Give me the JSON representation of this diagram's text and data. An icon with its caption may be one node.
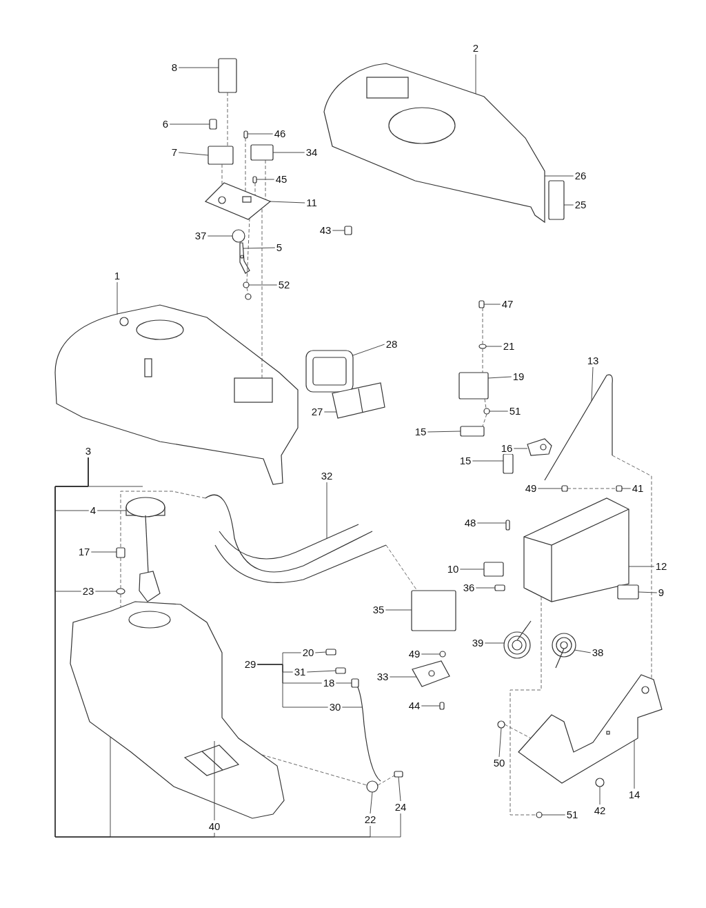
{
  "diagram": {
    "nodes": [
      {
        "text": [
          "8"
        ]
      },
      {
        "text": [
          "2"
        ]
      },
      {
        "text": [
          "6"
        ]
      },
      {
        "text": [
          "46"
        ]
      },
      {
        "text": [
          "7"
        ]
      },
      {
        "text": [
          "34"
        ]
      },
      {
        "text": [
          "45"
        ]
      },
      {
        "text": [
          "26"
        ]
      },
      {
        "text": [
          "11"
        ]
      },
      {
        "text": [
          "43"
        ]
      },
      {
        "text": [
          "25"
        ]
      },
      {
        "text": [
          "1"
        ]
      },
      {
        "text": [
          "37"
        ]
      },
      {
        "text": [
          "5"
        ]
      },
      {
        "text": [
          "52"
        ]
      },
      {
        "text": [
          "47"
        ]
      },
      {
        "text": [
          "28"
        ]
      },
      {
        "text": [
          "21"
        ]
      },
      {
        "text": [
          "19"
        ]
      },
      {
        "text": [
          "13"
        ]
      },
      {
        "text": [
          "51"
        ]
      },
      {
        "text": [
          "27"
        ]
      },
      {
        "text": [
          "15"
        ]
      },
      {
        "text": [
          "15"
        ]
      },
      {
        "text": [
          "16"
        ]
      },
      {
        "text": [
          "3"
        ]
      },
      {
        "text": [
          "4"
        ]
      },
      {
        "text": [
          "32"
        ]
      },
      {
        "text": [
          "49"
        ]
      },
      {
        "text": [
          "41"
        ]
      },
      {
        "text": [
          "48"
        ]
      },
      {
        "text": [
          "17"
        ]
      },
      {
        "text": [
          "10"
        ]
      },
      {
        "text": [
          "12"
        ]
      },
      {
        "text": [
          "36"
        ]
      },
      {
        "text": [
          "23"
        ]
      },
      {
        "text": [
          "9"
        ]
      },
      {
        "text": [
          "35"
        ]
      },
      {
        "text": [
          "39"
        ]
      },
      {
        "text": [
          "38"
        ]
      },
      {
        "text": [
          "49"
        ]
      },
      {
        "text": [
          "20"
        ]
      },
      {
        "text": [
          "29"
        ]
      },
      {
        "text": [
          "31"
        ]
      },
      {
        "text": [
          "33"
        ]
      },
      {
        "text": [
          "18"
        ]
      },
      {
        "text": [
          "44"
        ]
      },
      {
        "text": [
          "30"
        ]
      },
      {
        "text": [
          "50"
        ]
      },
      {
        "text": [
          "42"
        ]
      },
      {
        "text": [
          "14"
        ]
      },
      {
        "text": [
          "40"
        ]
      },
      {
        "text": [
          "51"
        ]
      },
      {
        "text": [
          "22"
        ]
      },
      {
        "text": [
          "24"
        ]
      },
      {
        "text": [],
        "shape": "box"
      },
      {
        "text": [],
        "shape": "picture"
      },
      {
        "text": [],
        "shape": "box"
      },
      {
        "text": [],
        "shape": "box"
      },
      {
        "text": [],
        "shape": "box"
      },
      {
        "text": [],
        "shape": "box"
      },
      {
        "text": [],
        "shape": "box"
      },
      {
        "text": [],
        "shape": "picture"
      },
      {
        "text": [],
        "shape": "box"
      },
      {
        "text": [],
        "shape": "box"
      },
      {
        "text": [],
        "shape": "picture"
      },
      {
        "text": [],
        "shape": "circle"
      },
      {
        "text": [],
        "shape": "picture"
      },
      {
        "text": [],
        "shape": "circle"
      },
      {
        "text": [],
        "shape": "circle"
      },
      {
        "text": [],
        "shape": "box"
      },
      {
        "text": [],
        "shape": "picture"
      },
      {
        "text": [],
        "shape": "circle"
      },
      {
        "text": [],
        "shape": "box"
      },
      {
        "text": [],
        "shape": "picture"
      },
      {
        "text": [],
        "shape": "circle"
      },
      {
        "text": [],
        "shape": "picture"
      },
      {
        "text": [],
        "shape": "box"
      },
      {
        "text": [],
        "shape": "box"
      },
      {
        "text": [],
        "shape": "picture"
      },
      {
        "text": [],
        "shape": "picture"
      },
      {
        "text": [],
        "shape": "picture"
      },
      {
        "text": [],
        "shape": "box"
      },
      {
        "text": [],
        "shape": "box"
      },
      {
        "text": [],
        "shape": "box"
      },
      {
        "text": [],
        "shape": "box"
      },
      {
        "text": [],
        "shape": "box"
      },
      {
        "text": [],
        "shape": "picture"
      },
      {
        "text": [],
        "shape": "box"
      },
      {
        "text": [],
        "shape": "circle"
      },
      {
        "text": [],
        "shape": "box"
      },
      {
        "text": [],
        "shape": "box"
      },
      {
        "text": [],
        "shape": "picture"
      },
      {
        "text": [],
        "shape": "picture"
      },
      {
        "text": [],
        "shape": "circle"
      },
      {
        "text": [],
        "shape": "box"
      },
      {
        "text": [],
        "shape": "box"
      },
      {
        "text": [],
        "shape": "box"
      },
      {
        "text": [],
        "shape": "picture"
      },
      {
        "text": [],
        "shape": "picture"
      },
      {
        "text": [],
        "shape": "box"
      },
      {
        "text": [],
        "shape": "circle"
      },
      {
        "text": [],
        "shape": "circle"
      },
      {
        "text": [],
        "shape": "picture"
      },
      {
        "text": [],
        "shape": "picture"
      },
      {
        "text": [],
        "shape": "circle"
      },
      {
        "text": [],
        "shape": "circle"
      },
      {
        "text": [],
        "shape": "box"
      },
      {
        "text": [],
        "shape": "picture",
        "in": 104
      }
    ],
    "edges": [
      {
        "from": 0,
        "to": 55,
        "arrow": "none"
      },
      {
        "from": 1,
        "to": 56,
        "arrow": "none"
      },
      {
        "from": 2,
        "to": 57,
        "arrow": "none"
      },
      {
        "from": 3,
        "to": 58,
        "arrow": "none"
      },
      {
        "from": 4,
        "to": 59,
        "arrow": "none"
      },
      {
        "from": 5,
        "to": 60,
        "arrow": "none"
      },
      {
        "from": 6,
        "to": 61,
        "arrow": "none"
      },
      {
        "from": 7,
        "to": 56,
        "arrow": "none"
      },
      {
        "from": 8,
        "to": 62,
        "arrow": "none"
      },
      {
        "from": 9,
        "to": 63,
        "arrow": "none"
      },
      {
        "from": 10,
        "to": 64,
        "arrow": "none"
      },
      {
        "from": 11,
        "to": 65,
        "arrow": "none"
      },
      {
        "from": 12,
        "to": 66,
        "arrow": "none"
      },
      {
        "from": 13,
        "to": 67,
        "arrow": "none"
      },
      {
        "from": 14,
        "to": 68,
        "arrow": "none"
      },
      {
        "from": 15,
        "to": 70,
        "arrow": "none"
      },
      {
        "from": 16,
        "to": 71,
        "arrow": "none"
      },
      {
        "from": 17,
        "to": 72,
        "arrow": "none"
      },
      {
        "from": 18,
        "to": 73,
        "arrow": "none"
      },
      {
        "from": 19,
        "to": 74,
        "arrow": "none"
      },
      {
        "from": 20,
        "to": 75,
        "arrow": "none"
      },
      {
        "from": 21,
        "to": 76,
        "arrow": "none"
      },
      {
        "from": 22,
        "to": 77,
        "arrow": "none"
      },
      {
        "from": 23,
        "to": 78,
        "arrow": "none"
      },
      {
        "from": 24,
        "to": 79,
        "arrow": "none"
      },
      {
        "from": 26,
        "to": 80,
        "arrow": "none"
      },
      {
        "from": 27,
        "to": 81,
        "arrow": "none"
      },
      {
        "from": 28,
        "to": 82,
        "arrow": "none"
      },
      {
        "from": 29,
        "to": 83,
        "arrow": "none"
      },
      {
        "from": 30,
        "to": 84,
        "arrow": "none"
      },
      {
        "from": 31,
        "to": 85,
        "arrow": "none"
      },
      {
        "from": 32,
        "to": 86,
        "arrow": "none"
      },
      {
        "from": 33,
        "to": 87,
        "arrow": "none"
      },
      {
        "from": 34,
        "to": 88,
        "arrow": "none"
      },
      {
        "from": 35,
        "to": 89,
        "arrow": "none"
      },
      {
        "from": 36,
        "to": 90,
        "arrow": "none"
      },
      {
        "from": 37,
        "to": 91,
        "arrow": "none"
      },
      {
        "from": 38,
        "to": 92,
        "arrow": "none"
      },
      {
        "from": 39,
        "to": 93,
        "arrow": "none"
      },
      {
        "from": 40,
        "to": 94,
        "arrow": "none"
      },
      {
        "from": 41,
        "to": 95,
        "arrow": "none"
      },
      {
        "from": 43,
        "to": 96,
        "arrow": "none"
      },
      {
        "from": 44,
        "to": 99,
        "arrow": "none"
      },
      {
        "from": 45,
        "to": 97,
        "arrow": "none"
      },
      {
        "from": 46,
        "to": 100,
        "arrow": "none"
      },
      {
        "from": 47,
        "to": 98,
        "arrow": "none"
      },
      {
        "from": 48,
        "to": 101,
        "arrow": "none"
      },
      {
        "from": 49,
        "to": 102,
        "arrow": "none"
      },
      {
        "from": 50,
        "to": 103,
        "arrow": "none"
      },
      {
        "from": 51,
        "to": 108,
        "arrow": "none"
      },
      {
        "from": 52,
        "to": 105,
        "arrow": "none"
      },
      {
        "from": 53,
        "to": 106,
        "arrow": "none"
      },
      {
        "from": 54,
        "to": 107,
        "arrow": "none"
      },
      {
        "from": 25,
        "to": 26,
        "arrow": "none"
      },
      {
        "from": 25,
        "to": 35,
        "arrow": "none"
      },
      {
        "from": 25,
        "to": 104,
        "arrow": "none"
      },
      {
        "from": 25,
        "to": 51,
        "arrow": "none"
      },
      {
        "from": 25,
        "to": 53,
        "arrow": "none"
      },
      {
        "from": 25,
        "to": 54,
        "arrow": "none"
      },
      {
        "from": 42,
        "to": 41,
        "arrow": "none"
      },
      {
        "from": 42,
        "to": 43,
        "arrow": "none"
      },
      {
        "from": 42,
        "to": 45,
        "arrow": "none"
      },
      {
        "from": 42,
        "to": 47,
        "arrow": "none"
      },
      {
        "from": 55,
        "to": 59,
        "arrow": "none",
        "style": "dashed"
      },
      {
        "from": 59,
        "to": 62,
        "arrow": "none",
        "style": "dashed"
      },
      {
        "from": 58,
        "to": 62,
        "arrow": "none",
        "style": "dashed"
      },
      {
        "from": 60,
        "to": 62,
        "arrow": "none",
        "style": "dashed"
      },
      {
        "from": 61,
        "to": 62,
        "arrow": "none",
        "style": "dashed"
      },
      {
        "from": 62,
        "to": 68,
        "arrow": "none",
        "style": "dashed"
      },
      {
        "from": 68,
        "to": 69,
        "arrow": "none",
        "style": "dashed"
      },
      {
        "from": 62,
        "to": 65,
        "arrow": "none",
        "style": "dashed"
      },
      {
        "from": 70,
        "to": 72,
        "arrow": "none",
        "style": "dashed"
      },
      {
        "from": 72,
        "to": 73,
        "arrow": "none",
        "style": "dashed"
      },
      {
        "from": 73,
        "to": 75,
        "arrow": "none",
        "style": "dashed"
      },
      {
        "from": 75,
        "to": 77,
        "arrow": "none",
        "style": "dashed"
      },
      {
        "from": 87,
        "to": 105,
        "arrow": "none",
        "style": "dashed"
      },
      {
        "from": 74,
        "to": 103,
        "arrow": "none",
        "style": "dashed"
      },
      {
        "from": 82,
        "to": 83,
        "arrow": "none",
        "style": "dashed"
      },
      {
        "from": 81,
        "to": 85,
        "arrow": "none",
        "style": "dashed"
      },
      {
        "from": 85,
        "to": 89,
        "arrow": "none",
        "style": "dashed"
      },
      {
        "from": 89,
        "to": 104,
        "arrow": "none",
        "style": "dashed"
      },
      {
        "from": 81,
        "to": 91,
        "arrow": "none",
        "style": "dashed"
      },
      {
        "from": 104,
        "to": 106,
        "arrow": "none",
        "style": "dashed"
      },
      {
        "from": 106,
        "to": 107,
        "arrow": "none",
        "style": "dashed"
      },
      {
        "from": 101,
        "to": 103,
        "arrow": "none",
        "style": "dashed"
      }
    ]
  }
}
